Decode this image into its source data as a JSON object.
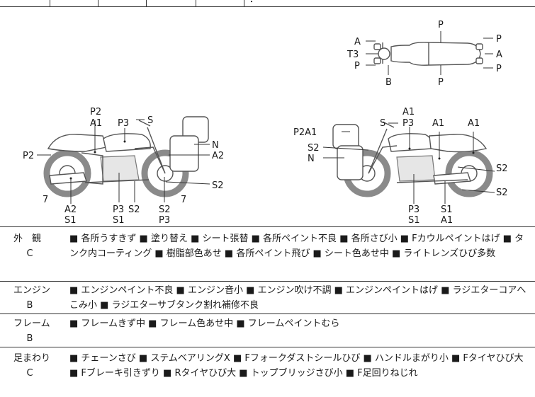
{
  "header_fragment": "・",
  "diagram_labels": {
    "top": {
      "P_top": "P",
      "A_left": "A",
      "T3": "T3",
      "P_left": "P",
      "B": "B",
      "P_bottom": "P",
      "P_right_top": "P",
      "A_right": "A",
      "P_right_bottom": "P"
    },
    "left": {
      "P2_top": "P2",
      "A1": "A1",
      "P3": "P3",
      "S": "S",
      "P2_side": "P2",
      "N": "N",
      "A2_right": "A2",
      "S2_right": "S2",
      "seven_left": "7",
      "seven_right": "7",
      "A2_bottom": "A2",
      "S1": "S1",
      "P3_bottom": "P3",
      "S2_bottom": "S2",
      "S2_bottom2": "S2",
      "P3_bottom2": "P3"
    },
    "right": {
      "A1_top": "A1",
      "S": "S",
      "P3": "P3",
      "P2A1": "P2A1",
      "A1_mid": "A1",
      "A1_far": "A1",
      "S2_left": "S2",
      "N": "N",
      "S2_right1": "S2",
      "S2_right2": "S2",
      "P3_bottom": "P3",
      "S1_bottom": "S1",
      "S1_b2": "S1",
      "A1_bottom": "A1"
    }
  },
  "rows": [
    {
      "name": "外　観",
      "grade": "C",
      "items": "■ 各所うすきず ■ 塗り替え ■ シート張替 ■ 各所ペイント不良 ■ 各所さび小 ■ Fカウルペイントはげ ■ タンク内コーティング ■ 樹脂部色あせ ■ 各所ペイント飛び ■ シート色あせ中 ■ ライトレンズひび多数"
    },
    {
      "name": "エンジン",
      "grade": "B",
      "items": "■ エンジンペイント不良 ■ エンジン音小 ■ エンジン吹け不調 ■ エンジンペイントはげ ■ ラジエターコアへこみ小 ■ ラジエターサブタンク割れ補修不良"
    },
    {
      "name": "フレーム",
      "grade": "B",
      "items": "■ フレームきず中 ■ フレーム色あせ中 ■ フレームペイントむら"
    },
    {
      "name": "足まわり",
      "grade": "C",
      "items": "■ チェーンさび ■ ステムベアリングX ■ Fフォークダストシールひび ■ ハンドルまがり小 ■ Fタイヤひび大 ■ Fブレーキ引きずり ■ Rタイヤひび大 ■ トップブリッジさび小 ■ F足回りねじれ"
    }
  ]
}
